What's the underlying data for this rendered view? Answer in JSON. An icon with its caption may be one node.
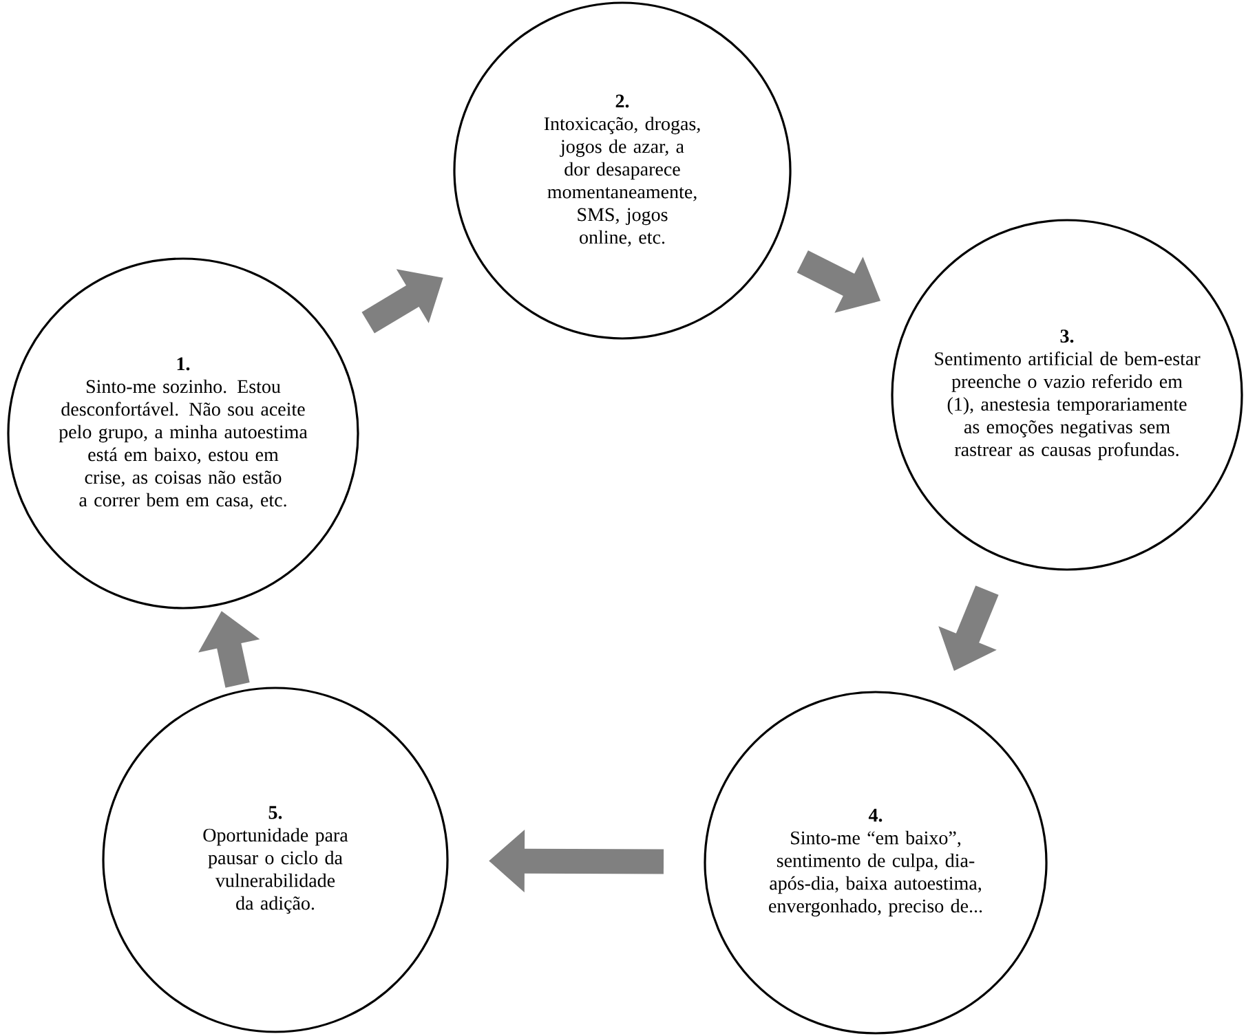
{
  "diagram": {
    "nodes": [
      {
        "text": [
          "1.",
          "Sinto-me sozinho. Estou desconfortável. Não sou aceite pelo grupo, a minha autoestima está em baixo, estou em crise, as coisas não estão a correr bem em casa, etc."
        ]
      },
      {
        "text": [
          "2.",
          "Intoxicação, drogas, jogos de azar, a dor desaparece momentaneamente, SMS, jogos online, etc."
        ]
      },
      {
        "text": [
          "3.",
          "Sentimento artificial de bem-estar preenche o vazio referido em (1), anestesia temporariamente as emoções negativas sem rastrear as causas profundas."
        ]
      },
      {
        "text": [
          "4.",
          "Sinto-me “em baixo”, sentimento de culpa, dia-após-dia, baixa autoestima, envergonhado, preciso de..."
        ]
      },
      {
        "text": [
          "5.",
          "Oportunidade para pausar o ciclo da vulnerabilidade da adição."
        ]
      }
    ],
    "edges": [
      {
        "from": 0,
        "to": 1,
        "arrow": "to"
      },
      {
        "from": 1,
        "to": 2,
        "arrow": "to"
      },
      {
        "from": 2,
        "to": 3,
        "arrow": "to"
      },
      {
        "from": 3,
        "to": 4,
        "arrow": "to"
      },
      {
        "from": 4,
        "to": 0,
        "arrow": "to"
      }
    ]
  }
}
